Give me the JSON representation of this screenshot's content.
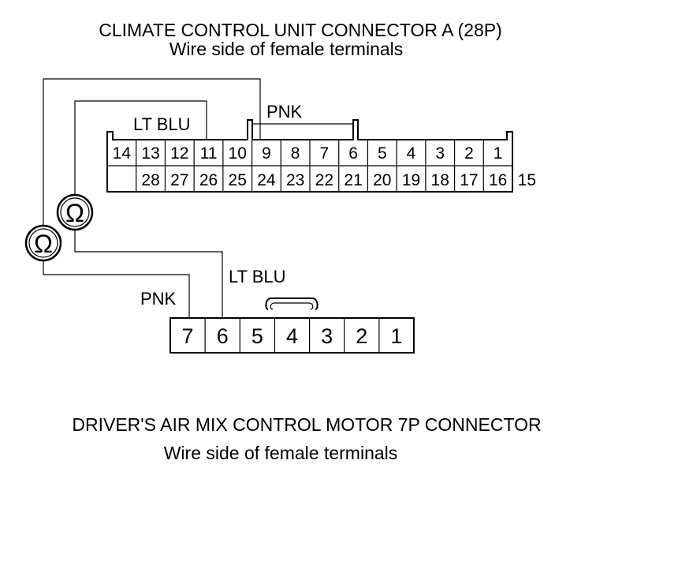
{
  "ccu_connector": {
    "title": "CLIMATE CONTROL UNIT CONNECTOR A (28P)",
    "subtitle": "Wire side of female terminals",
    "top_row": [
      "14",
      "13",
      "12",
      "11",
      "10",
      "9",
      "8",
      "7",
      "6",
      "5",
      "4",
      "3",
      "2",
      "1"
    ],
    "bottom_row": [
      "28",
      "27",
      "26",
      "25",
      "24",
      "23",
      "22",
      "21",
      "20",
      "19",
      "18",
      "17",
      "16",
      "15"
    ],
    "wire_labels": {
      "lt_blu": "LT BLU",
      "pnk": "PNK"
    }
  },
  "motor_connector": {
    "title": "DRIVER'S AIR MIX CONTROL MOTOR 7P CONNECTOR",
    "subtitle": "Wire side of female terminals",
    "pins": [
      "7",
      "6",
      "5",
      "4",
      "3",
      "2",
      "1"
    ],
    "wire_labels": {
      "lt_blu": "LT BLU",
      "pnk": "PNK"
    }
  },
  "ohmmeters": {
    "symbol_1": "Ω",
    "symbol_2": "Ω"
  }
}
